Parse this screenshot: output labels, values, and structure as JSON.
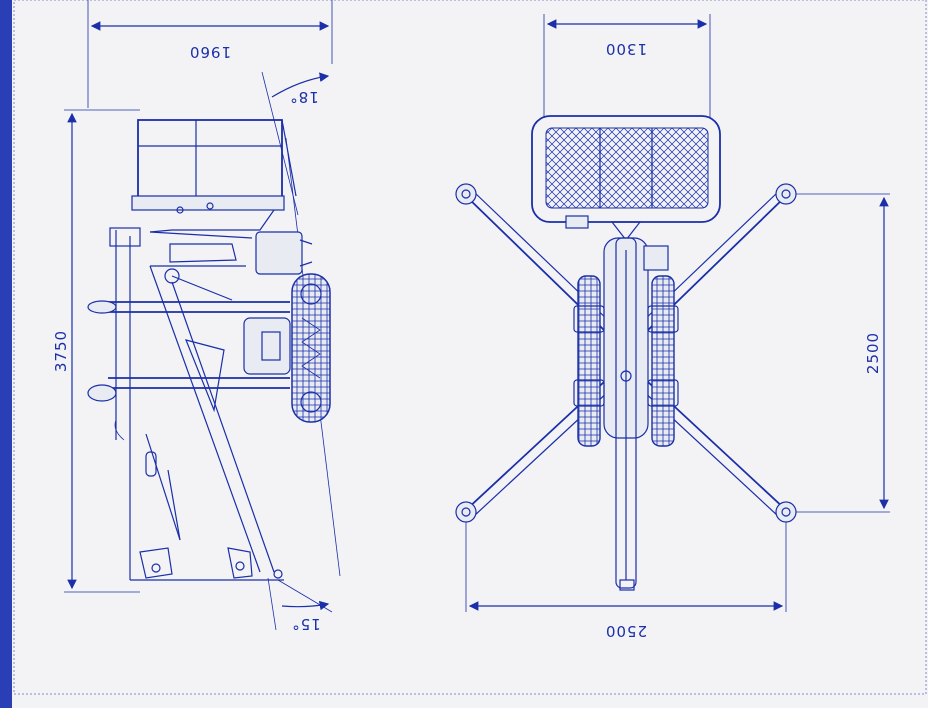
{
  "colors": {
    "background": "#f3f3f6",
    "line": "#1a2fa8",
    "frame": "#2a3fb5"
  },
  "side_view": {
    "width_label": "1960",
    "height_label": "3750",
    "top_angle_label": "18°",
    "bottom_angle_label": "15°"
  },
  "top_view": {
    "basket_width_label": "1300",
    "outrigger_width_label": "2500",
    "outrigger_depth_label": "2500"
  }
}
